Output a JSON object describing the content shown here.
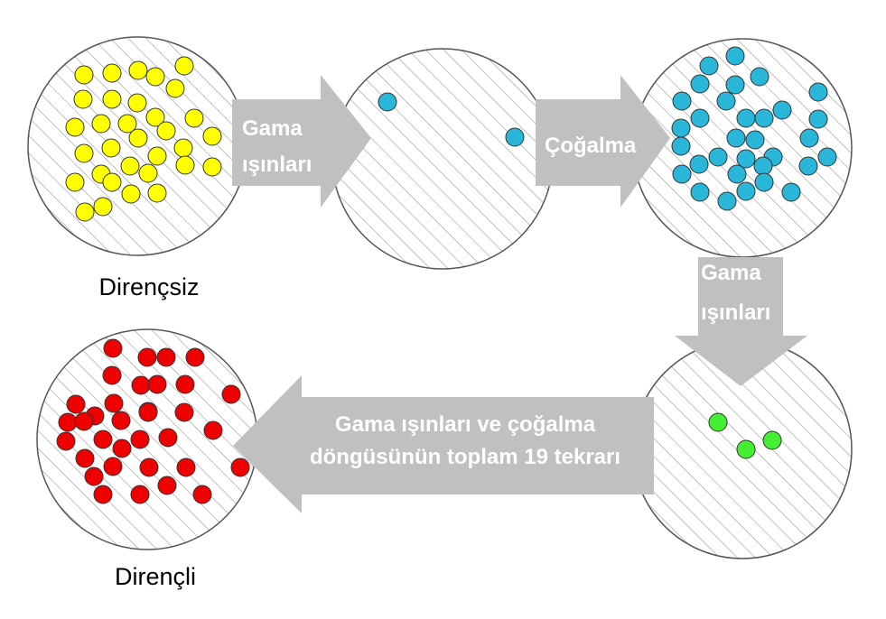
{
  "labels": {
    "nonresistant": "Dirençsiz",
    "resistant": "Dirençli"
  },
  "arrows": {
    "gamma_1": [
      "Gama",
      "ışınları"
    ],
    "multiply": "Çoğalma",
    "gamma_2": [
      "Gama",
      "ışınları"
    ],
    "cycle": [
      "Gama ışınları ve çoğalma",
      "döngüsünün toplam 19 tekrarı"
    ]
  },
  "colors": {
    "yellow": "#ffff00",
    "blue": "#29b6d8",
    "green": "#44ee33",
    "red": "#ee0000",
    "arrow": "#c0c0c0",
    "hatch": "#9a9a9a"
  },
  "dish_counts": {
    "nonresistant": 32,
    "after_gamma": 2,
    "after_multiply": 32,
    "after_gamma_2": 3,
    "resistant": 34
  }
}
